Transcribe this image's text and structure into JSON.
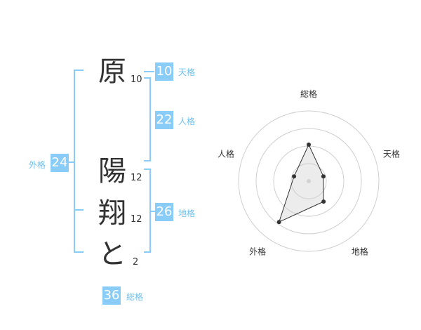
{
  "name": {
    "chars": [
      {
        "char": "原",
        "strokes": "10"
      },
      {
        "char": "陽",
        "strokes": "12"
      },
      {
        "char": "翔",
        "strokes": "12"
      },
      {
        "char": "と",
        "strokes": "2"
      }
    ]
  },
  "kaku": {
    "tenkaku": {
      "value": "10",
      "label": "天格"
    },
    "jinkaku": {
      "value": "22",
      "label": "人格"
    },
    "chikaku": {
      "value": "26",
      "label": "地格"
    },
    "gaikaku": {
      "value": "24",
      "label": "外格"
    },
    "soukaku": {
      "value": "36",
      "label": "総格"
    }
  },
  "colors": {
    "accent": "#88ccf7",
    "accent_text": "#6fbfee",
    "text": "#333333"
  },
  "chart_data": {
    "type": "radar",
    "axes": [
      "総格",
      "天格",
      "地格",
      "外格",
      "人格"
    ],
    "values": [
      0.52,
      0.22,
      0.36,
      0.72,
      0.22
    ],
    "rings": 4,
    "grid": true
  }
}
